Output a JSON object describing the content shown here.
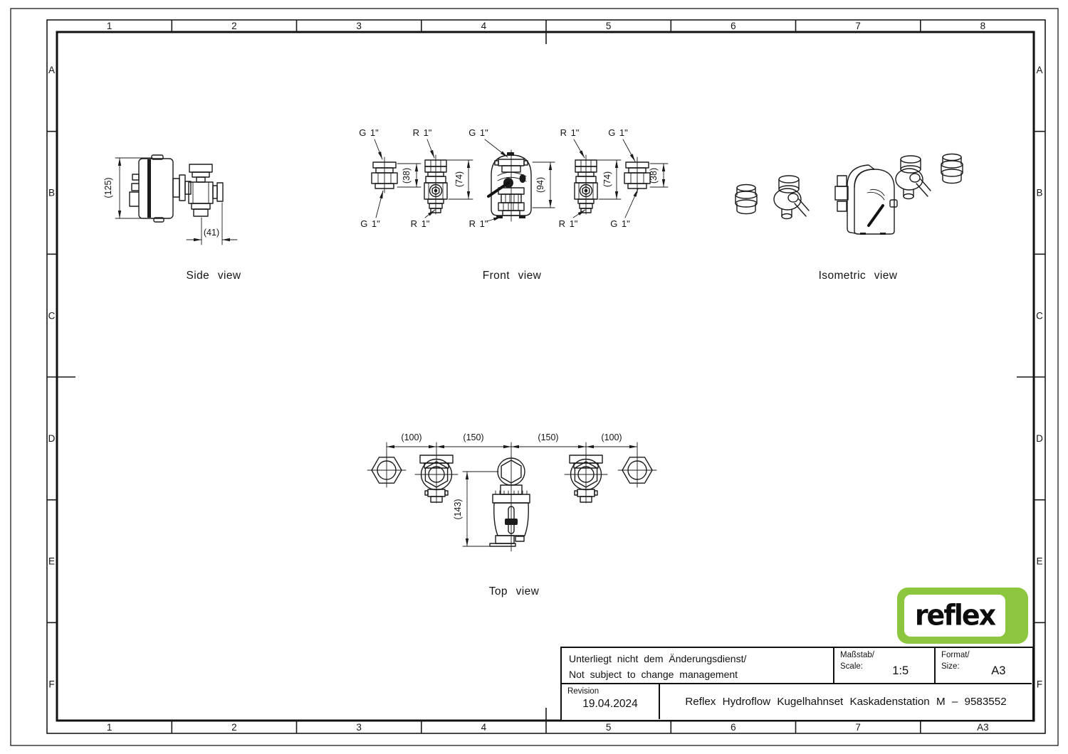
{
  "sheet": {
    "grid_top": [
      "1",
      "2",
      "3",
      "4",
      "5",
      "6",
      "7",
      "8"
    ],
    "grid_bottom": [
      "1",
      "2",
      "3",
      "4",
      "5",
      "6",
      "7",
      "A3"
    ],
    "grid_left": [
      "A",
      "B",
      "C",
      "D",
      "E",
      "F"
    ],
    "grid_right": [
      "A",
      "B",
      "C",
      "D",
      "E",
      "F"
    ]
  },
  "views": {
    "side": {
      "title": "Side view",
      "dim_height": "(125)",
      "dim_width": "(41)"
    },
    "front": {
      "title": "Front view",
      "port_labels_top": [
        "G 1\"",
        "R 1\"",
        "G 1\"",
        "R 1\"",
        "G 1\""
      ],
      "port_labels_bottom": [
        "G 1\"",
        "R 1\"",
        "R 1\"",
        "R 1\"",
        "G 1\""
      ],
      "dims": [
        "(38)",
        "(74)",
        "(94)",
        "(74)",
        "(38)"
      ]
    },
    "isometric": {
      "title": "Isometric view"
    },
    "top": {
      "title": "Top view",
      "dim_spacings": [
        "(100)",
        "(150)",
        "(150)",
        "(100)"
      ],
      "dim_depth": "(143)"
    }
  },
  "title_block": {
    "note_line1": "Unterliegt nicht dem Änderungsdienst/",
    "note_line2": "Not subject to change management",
    "scale_label1": "Maßstab/",
    "scale_label2": "Scale:",
    "scale_value": "1:5",
    "format_label1": "Format/",
    "format_label2": "Size:",
    "format_value": "A3",
    "revision_label": "Revision",
    "revision_date": "19.04.2024",
    "drawing_title": "Reflex Hydroflow Kugelhahnset Kaskadenstation M – 9583552"
  },
  "logo": {
    "text": "reflex",
    "accent_green": "#8cc63f"
  }
}
